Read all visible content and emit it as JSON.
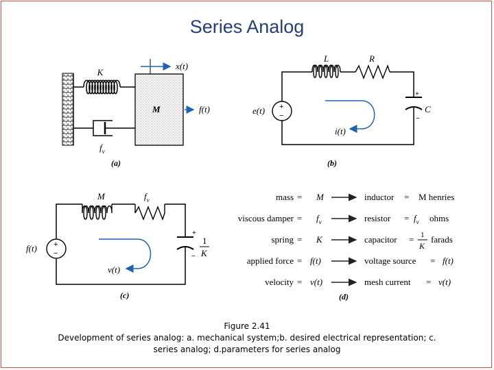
{
  "title": "Series  Analog",
  "panels": {
    "a": {
      "label": "(a)",
      "spring": "K",
      "mass": "M",
      "damper": "f",
      "damper_sub": "v",
      "displacement": "x(t)",
      "force": "f(t)"
    },
    "b": {
      "label": "(b)",
      "inductor": "L",
      "resistor": "R",
      "capacitor": "C",
      "source": "e(t)",
      "current": "i(t)",
      "plus": "+",
      "minus": "−"
    },
    "c": {
      "label": "(c)",
      "inductor": "M",
      "resistor": "f",
      "resistor_sub": "v",
      "source": "f(t)",
      "current": "v(t)",
      "cap_num": "1",
      "cap_den": "K",
      "plus": "+",
      "minus": "−"
    },
    "d": {
      "label": "(d)",
      "rows": [
        {
          "mech": "mass",
          "eq": "=",
          "sym": "M",
          "elec": "inductor",
          "eq2": "=",
          "val": "M henries"
        },
        {
          "mech": "viscous damper",
          "eq": "=",
          "sym": "f",
          "sym_sub": "v",
          "elec": "resistor",
          "eq2": "=",
          "val": "f",
          "val_sub": "v",
          "val_unit": "ohms"
        },
        {
          "mech": "spring",
          "eq": "=",
          "sym": "K",
          "elec": "capacitor",
          "eq2": "=",
          "frac_num": "1",
          "frac_den": "K",
          "val_unit": "farads"
        },
        {
          "mech": "applied force",
          "eq": "=",
          "sym": "f(t)",
          "elec": "voltage source",
          "eq2": "=",
          "val": "f(t)"
        },
        {
          "mech": "velocity",
          "eq": "=",
          "sym": "v(t)",
          "elec": "mesh current",
          "eq2": "=",
          "val": "v(t)"
        }
      ]
    }
  },
  "caption": {
    "line1": "Figure 2.41",
    "line2": "Development of series analog: a. mechanical system;b. desired electrical representation; c.",
    "line3": "series analog; d.parameters for series analog"
  }
}
